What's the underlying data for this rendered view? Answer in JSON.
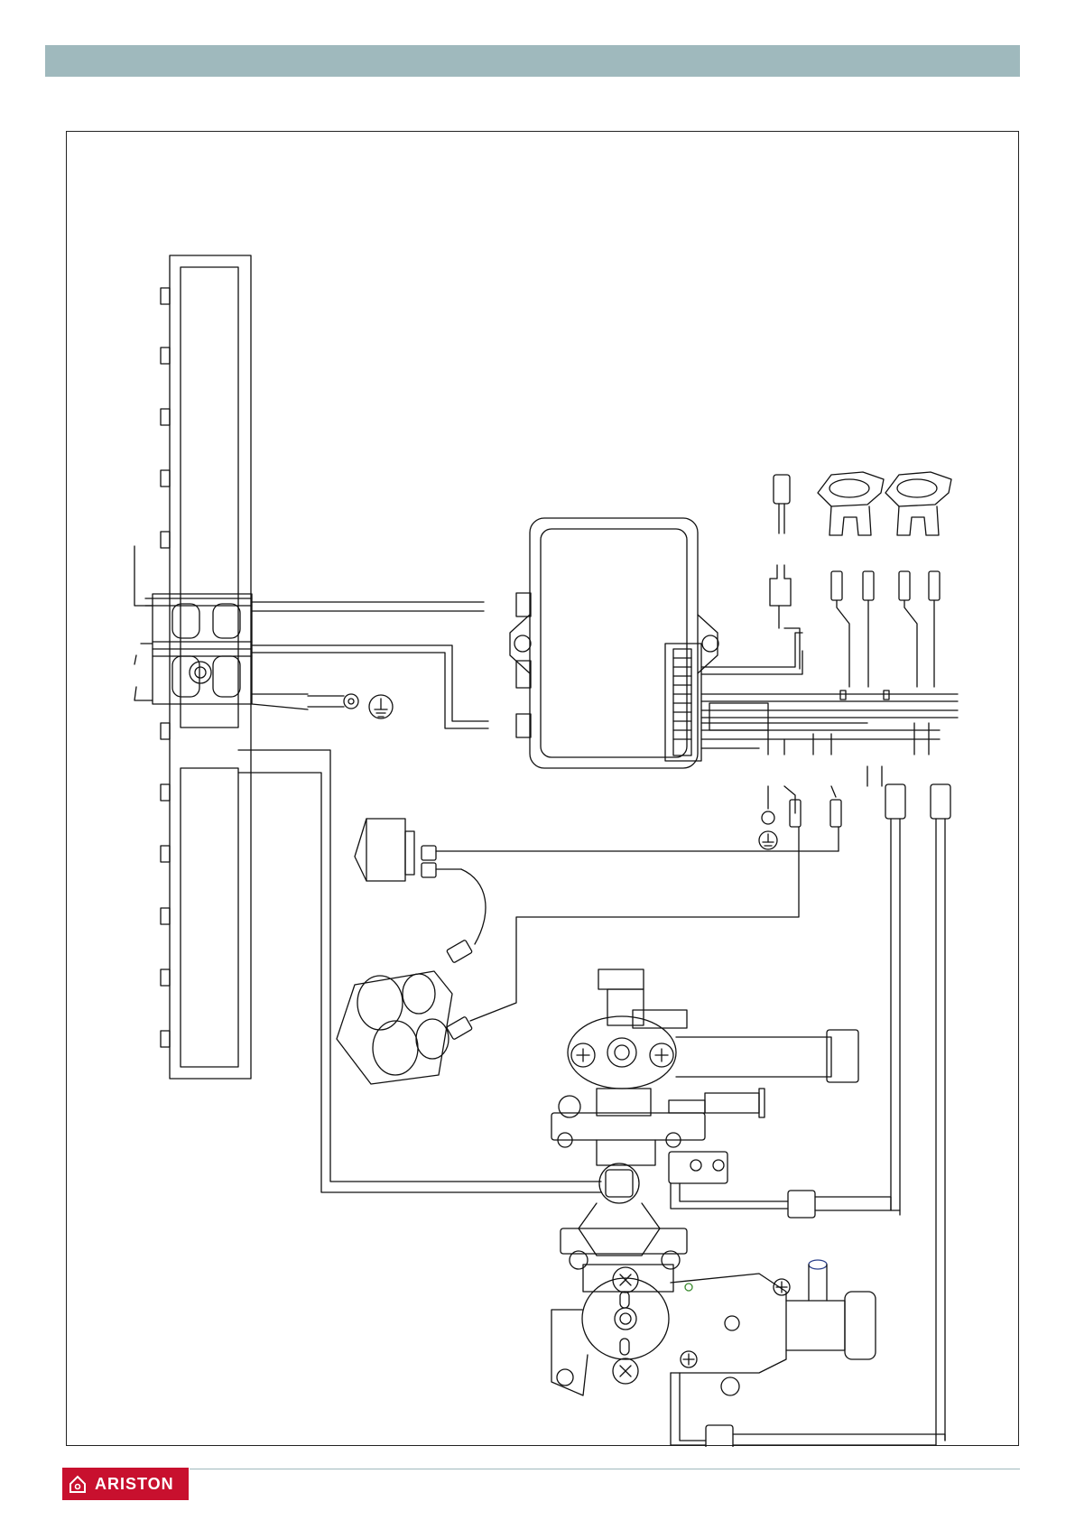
{
  "brand": {
    "name": "ARISTON",
    "color": "#c8102e",
    "logo_icon": "house-icon"
  },
  "header": {
    "band_color": "#9fb9bd"
  },
  "diagram": {
    "symbols": [
      "ground-symbol",
      "ground-symbol"
    ]
  }
}
